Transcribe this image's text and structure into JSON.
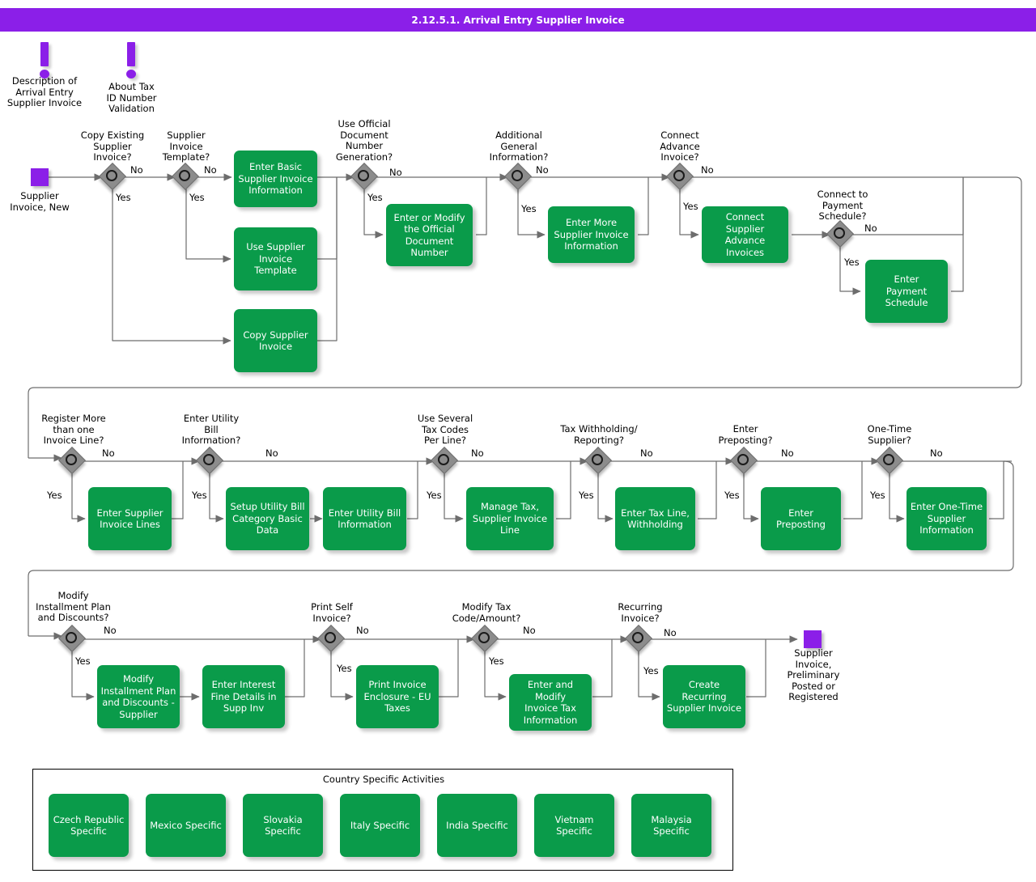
{
  "header": {
    "title": "2.12.5.1. Arrival Entry Supplier Invoice",
    "bar_color": "#8B1FE8"
  },
  "palette": {
    "activity_green": "#0A9B4A",
    "terminator_purple": "#8B1FE8",
    "decision_gray": "#8C8C8C",
    "line_gray": "#6D6D6D",
    "text_white": "#FFFFFF",
    "text_black": "#000000"
  },
  "notes": [
    {
      "id": "note-description",
      "icon": "exclamation-icon",
      "label": "Description of\nArrival Entry\nSupplier Invoice"
    },
    {
      "id": "note-tax-id",
      "icon": "exclamation-icon",
      "label": "About Tax\nID Number\nValidation"
    }
  ],
  "terminators": [
    {
      "id": "start",
      "label": "Supplier\nInvoice, New"
    },
    {
      "id": "end",
      "label": "Supplier\nInvoice,\nPreliminary\nPosted or\nRegistered"
    }
  ],
  "rows": [
    {
      "id": "row-1",
      "decisions": [
        {
          "id": "copy-existing-supplier-invoice",
          "question": "Copy Existing\nSupplier\nInvoice?",
          "no": "No",
          "yes": "Yes"
        },
        {
          "id": "supplier-invoice-template",
          "question": "Supplier\nInvoice\nTemplate?",
          "no": "No",
          "yes": "Yes"
        },
        {
          "id": "use-official-document-number-generation",
          "question": "Use Official\nDocument\nNumber\nGeneration?",
          "no": "No",
          "yes": "Yes"
        },
        {
          "id": "additional-general-information",
          "question": "Additional\nGeneral\nInformation?",
          "no": "No",
          "yes": "Yes"
        },
        {
          "id": "connect-advance-invoice",
          "question": "Connect\nAdvance\nInvoice?",
          "no": "No",
          "yes": "Yes"
        },
        {
          "id": "connect-to-payment-schedule",
          "question": "Connect to\nPayment\nSchedule?",
          "no": "No",
          "yes": "Yes"
        }
      ],
      "activities": [
        {
          "id": "enter-basic-supplier-invoice-information",
          "label": "Enter Basic\nSupplier Invoice\nInformation"
        },
        {
          "id": "use-supplier-invoice-template",
          "label": "Use Supplier\nInvoice\nTemplate"
        },
        {
          "id": "copy-supplier-invoice",
          "label": "Copy Supplier\nInvoice"
        },
        {
          "id": "enter-or-modify-the-official-document-number",
          "label": "Enter or Modify\nthe Official\nDocument\nNumber"
        },
        {
          "id": "enter-more-supplier-invoice-information",
          "label": "Enter More\nSupplier Invoice\nInformation"
        },
        {
          "id": "connect-supplier-advance-invoices",
          "label": "Connect\nSupplier\nAdvance\nInvoices"
        },
        {
          "id": "enter-payment-schedule",
          "label": "Enter\nPayment\nSchedule"
        }
      ]
    },
    {
      "id": "row-2",
      "decisions": [
        {
          "id": "register-more-than-one-invoice-line",
          "question": "Register More\nthan one\nInvoice Line?",
          "no": "No",
          "yes": "Yes"
        },
        {
          "id": "enter-utility-bill-information",
          "question": "Enter Utility\nBill\nInformation?",
          "no": "No",
          "yes": "Yes"
        },
        {
          "id": "use-several-tax-codes-per-line",
          "question": "Use Several\nTax Codes\nPer Line?",
          "no": "No",
          "yes": "Yes"
        },
        {
          "id": "tax-withholding-reporting",
          "question": "Tax Withholding/\nReporting?",
          "no": "No",
          "yes": "Yes"
        },
        {
          "id": "enter-preposting",
          "question": "Enter\nPreposting?",
          "no": "No",
          "yes": "Yes"
        },
        {
          "id": "one-time-supplier",
          "question": "One-Time\nSupplier?",
          "no": "No",
          "yes": "Yes"
        }
      ],
      "activities": [
        {
          "id": "enter-supplier-invoice-lines",
          "label": "Enter Supplier\nInvoice Lines"
        },
        {
          "id": "setup-utility-bill-category-basic-data",
          "label": "Setup Utility Bill\nCategory Basic\nData"
        },
        {
          "id": "enter-utility-bill-information",
          "label": "Enter Utility Bill\nInformation"
        },
        {
          "id": "manage-tax-supplier-invoice-line",
          "label": "Manage Tax,\nSupplier Invoice\nLine"
        },
        {
          "id": "enter-tax-line-withholding",
          "label": "Enter Tax Line,\nWithholding"
        },
        {
          "id": "enter-preposting",
          "label": "Enter Preposting"
        },
        {
          "id": "enter-one-time-supplier-information",
          "label": "Enter One-Time\nSupplier\nInformation"
        }
      ]
    },
    {
      "id": "row-3",
      "decisions": [
        {
          "id": "modify-installment-plan-and-discounts",
          "question": "Modify\nInstallment Plan\nand Discounts?",
          "no": "No",
          "yes": "Yes"
        },
        {
          "id": "print-self-invoice",
          "question": "Print Self\nInvoice?",
          "no": "No",
          "yes": "Yes"
        },
        {
          "id": "modify-tax-code-amount",
          "question": "Modify Tax\nCode/Amount?",
          "no": "No",
          "yes": "Yes"
        },
        {
          "id": "recurring-invoice",
          "question": "Recurring\nInvoice?",
          "no": "No",
          "yes": "Yes"
        }
      ],
      "activities": [
        {
          "id": "modify-installment-plan-and-discounts-supplier",
          "label": "Modify\nInstallment Plan\nand Discounts -\nSupplier"
        },
        {
          "id": "enter-interest-fine-details-in-supp-inv",
          "label": "Enter Interest\nFine Details in\nSupp Inv"
        },
        {
          "id": "print-invoice-enclosure-eu-taxes",
          "label": "Print Invoice\nEnclosure - EU\nTaxes"
        },
        {
          "id": "enter-and-modify-invoice-tax-information",
          "label": "Enter and Modify\nInvoice Tax\nInformation"
        },
        {
          "id": "create-recurring-supplier-invoice",
          "label": "Create\nRecurring\nSupplier Invoice"
        }
      ]
    }
  ],
  "country_specific": {
    "title": "Country Specific Activities",
    "items": [
      {
        "id": "czech-republic-specific",
        "label": "Czech Republic\nSpecific"
      },
      {
        "id": "mexico-specific",
        "label": "Mexico Specific"
      },
      {
        "id": "slovakia-specific",
        "label": "Slovakia\nSpecific"
      },
      {
        "id": "italy-specific",
        "label": "Italy Specific"
      },
      {
        "id": "india-specific",
        "label": "India Specific"
      },
      {
        "id": "vietnam-specific",
        "label": "Vietnam Specific"
      },
      {
        "id": "malaysia-specific",
        "label": "Malaysia\nSpecific"
      }
    ]
  }
}
